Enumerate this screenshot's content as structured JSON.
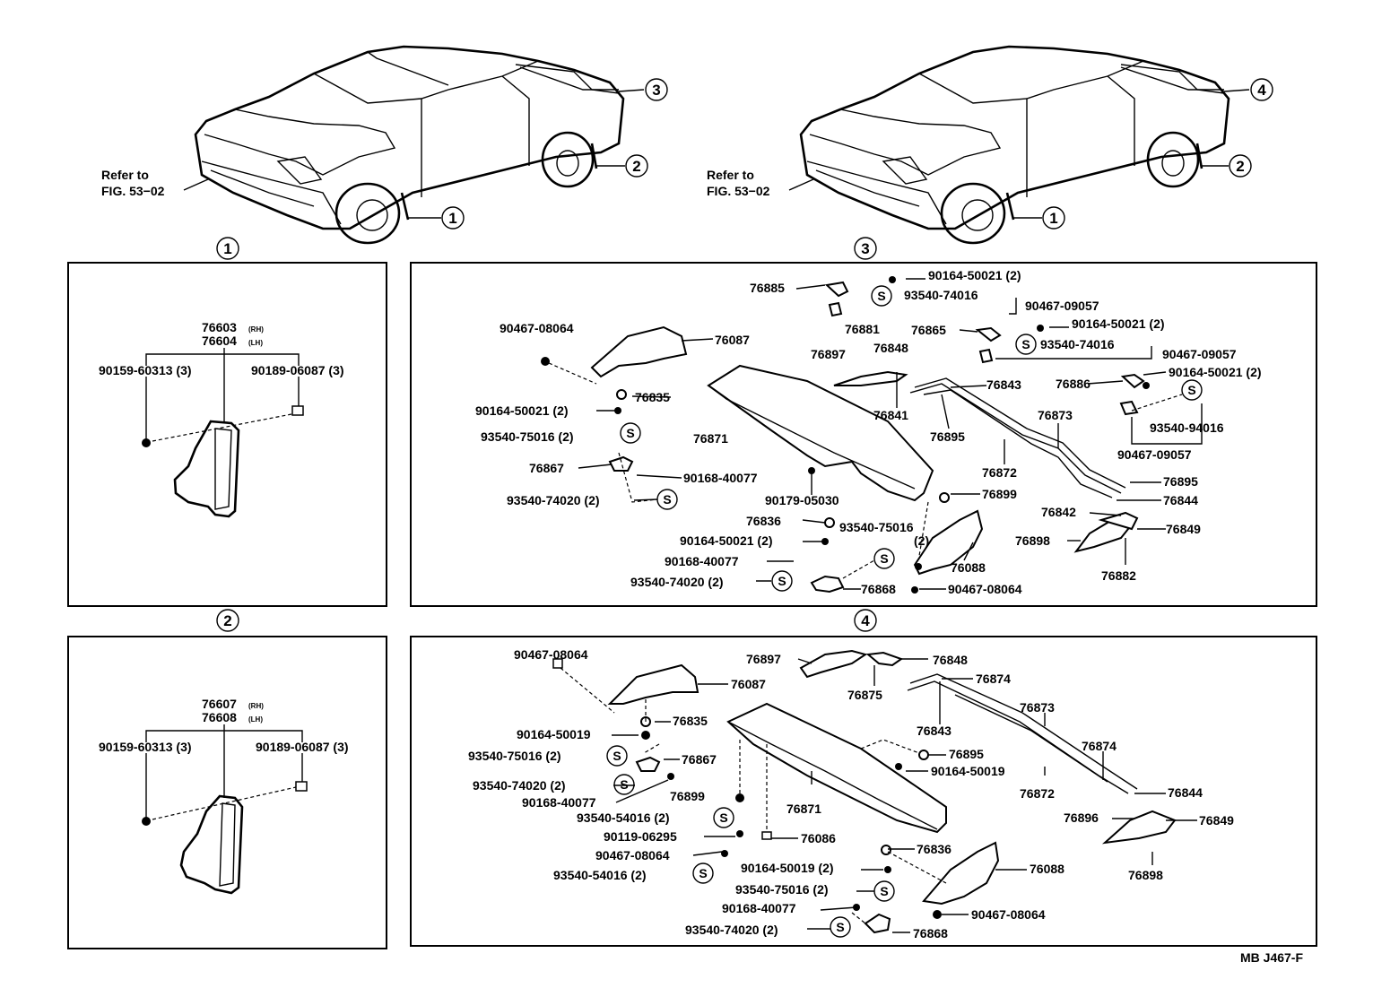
{
  "cars": {
    "left": {
      "refer": [
        "Refer to",
        "FIG. 53−02"
      ],
      "callouts": [
        "3",
        "2",
        "1"
      ]
    },
    "right": {
      "refer": [
        "Refer to",
        "FIG. 53−02"
      ],
      "callouts": [
        "4",
        "2",
        "1"
      ]
    }
  },
  "panel1": {
    "title": "1",
    "part_rh": "76603",
    "part_lh": "76604",
    "rh": "(RH)",
    "lh": "(LH)",
    "bolt_left": "90159-60313 (3)",
    "bolt_right": "90189-06087 (3)"
  },
  "panel2": {
    "title": "2",
    "part_rh": "76607",
    "part_lh": "76608",
    "rh": "(RH)",
    "lh": "(LH)",
    "bolt_left": "90159-60313 (3)",
    "bolt_right": "90189-06087 (3)"
  },
  "panel3": {
    "title": "3",
    "labels": [
      "90164-50021 (2)",
      "76885",
      "93540-74016",
      "90467-09057",
      "76881",
      "76865",
      "90164-50021 (2)",
      "90467-08064",
      "76087",
      "76897",
      "76848",
      "93540-74016",
      "90467-09057",
      "76886",
      "90164-50021 (2)",
      "76843",
      "76835",
      "90164-50021 (2)",
      "76841",
      "76895",
      "76873",
      "93540-75016 (2)",
      "76871",
      "93540-94016",
      "90467-09057",
      "76867",
      "90168-40077",
      "76872",
      "76895",
      "93540-74020 (2)",
      "90179-05030",
      "76844",
      "76899",
      "76842",
      "76836",
      "93540-75016",
      "(2)",
      "90164-50021 (2)",
      "76849",
      "76898",
      "90168-40077",
      "76088",
      "76882",
      "93540-74020 (2)",
      "76868",
      "90467-08064"
    ]
  },
  "panel4": {
    "title": "4",
    "labels": [
      "90467-08064",
      "76897",
      "76848",
      "76087",
      "76874",
      "76875",
      "76843",
      "76873",
      "76835",
      "90164-50019",
      "76874",
      "76895",
      "93540-75016 (2)",
      "76867",
      "90164-50019",
      "93540-74020 (2)",
      "76899",
      "76872",
      "76844",
      "90168-40077",
      "76871",
      "93540-54016 (2)",
      "76896",
      "76849",
      "90119-06295",
      "76086",
      "90467-08064",
      "76836",
      "76898",
      "93540-54016 (2)",
      "90164-50019 (2)",
      "76088",
      "93540-75016 (2)",
      "90168-40077",
      "90467-08064",
      "93540-74020 (2)",
      "76868"
    ]
  },
  "footer": {
    "code": "MB  J467-F"
  }
}
